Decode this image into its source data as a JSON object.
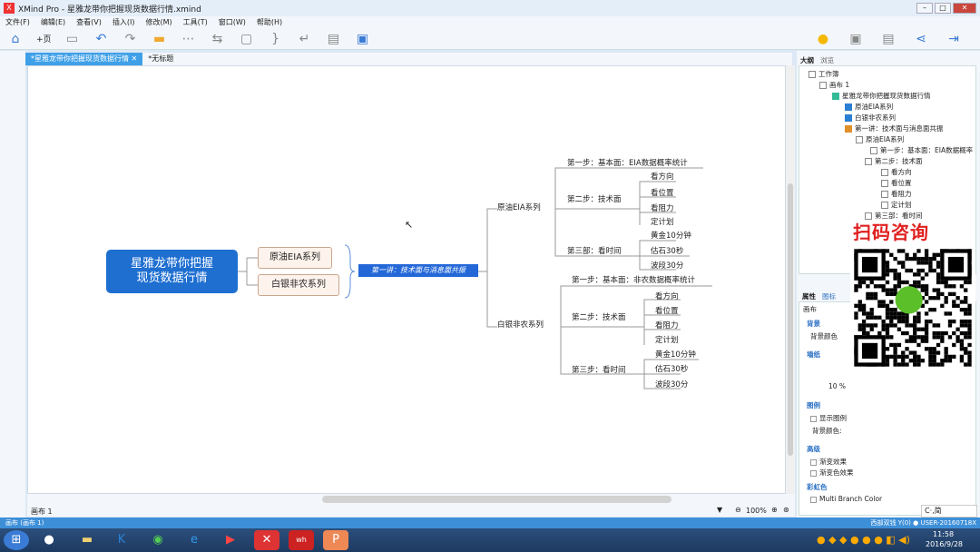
{
  "window": {
    "title": "XMind Pro - 星雅龙带你把握现货数据行情.xmind",
    "logo": "X"
  },
  "menu": [
    "文件(F)",
    "编辑(E)",
    "查看(V)",
    "插入(I)",
    "修改(M)",
    "工具(T)",
    "窗口(W)",
    "帮助(H)"
  ],
  "toolbar": {
    "new_label": "+页",
    "icons": [
      "home-icon",
      "save-icon",
      "undo-icon",
      "redo-icon",
      "folder-icon",
      "more-icon",
      "relationship-icon",
      "boundary-icon",
      "summary-icon",
      "insert-icon",
      "chart-icon",
      "image-icon"
    ],
    "right_icons": [
      "lightbulb-icon",
      "presentation-icon",
      "layout-icon",
      "share-icon",
      "export-icon"
    ]
  },
  "tabs": [
    {
      "label": "*星雅龙带你把握现货数据行情",
      "active": true
    },
    {
      "label": "*无标题",
      "active": false
    }
  ],
  "map": {
    "central": "星雅龙带你把握\n现货数据行情",
    "subs": [
      "原油EIA系列",
      "白银非农系列"
    ],
    "summary": "第一讲：技术面与消息面共振",
    "eia": {
      "label": "原油EIA系列",
      "step1": "第一步：基本面：EIA数据概率统计",
      "step2": "第二步：技术面",
      "step2_items": [
        "看方向",
        "看位置",
        "看阻力",
        "定计划"
      ],
      "step3": "第三部：看时间",
      "step3_items": [
        "黄金10分钟",
        "估石30秒",
        "波段30分"
      ]
    },
    "nfp": {
      "label": "白银非农系列",
      "step1": "第一步：基本面：非农数据概率统计",
      "step2": "第二步：技术面",
      "step2_items": [
        "看方向",
        "看位置",
        "看阻力",
        "定计划"
      ],
      "step3": "第三步：看时间",
      "step3_items": [
        "黄金10分钟",
        "估石30秒",
        "波段30分"
      ]
    }
  },
  "bottom": {
    "sheet": "画布 1",
    "zoom": "100%"
  },
  "outline": {
    "tabs": [
      "大纲",
      "浏览"
    ],
    "items": [
      "工作簿",
      "画布 1",
      "星雅龙带你把握现货数据行情",
      "原油EIA系列",
      "白银非农系列",
      "第一讲：技术面与消息面共振",
      "原油EIA系列",
      "第一步：基本面：EIA数据概率",
      "第二步：技术面",
      "看方向",
      "看位置",
      "看阻力",
      "定计划",
      "第三部：看时间"
    ]
  },
  "properties": {
    "tabs": [
      "属性",
      "图标"
    ],
    "header": "画布",
    "bg_section": "背景",
    "bg_color": "背景颜色",
    "wallpaper_section": "墙纸",
    "wallpaper_pct": "10 %",
    "legend_section": "图例",
    "show_legend": "显示图例",
    "legend_bg": "背景颜色:",
    "effects_section": "高级",
    "effect1": "渐变效果",
    "effect2": "渐变色效果",
    "branch_section": "彩虹色",
    "multi_branch": "Multi Branch Color"
  },
  "overlay": {
    "qr_caption": "扫码咨询"
  },
  "ime": "C·,简",
  "status": {
    "left": "画布 (画布 1)",
    "right": "西部双钱 Y(0) ● USER-20160718X"
  },
  "taskbar": {
    "time": "11:58",
    "date": "2016/9/28"
  }
}
